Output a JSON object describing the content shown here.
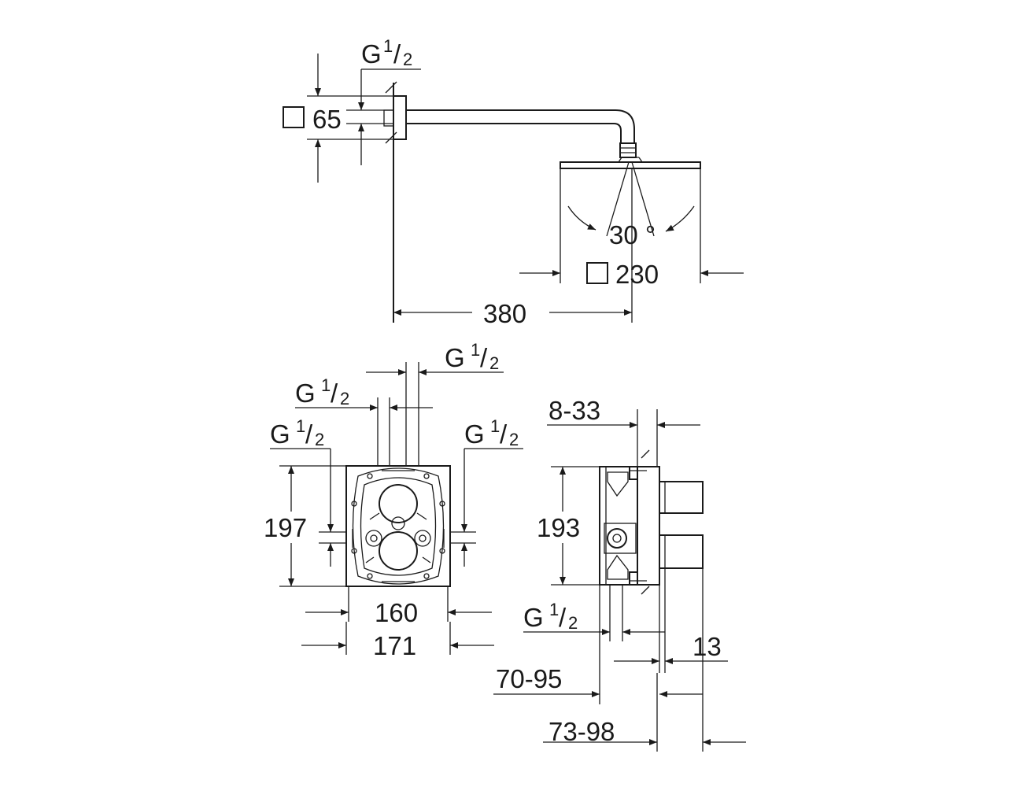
{
  "shower_head": {
    "wall_plate_size": "65",
    "thread_top": {
      "g": "G",
      "num": "1",
      "slash": "/",
      "den": "2"
    },
    "angle": "30 °",
    "head_size": "230",
    "arm_length": "380"
  },
  "valve_front": {
    "thread_top_right": {
      "g": "G",
      "num": "1",
      "slash": "/",
      "den": "2"
    },
    "thread_top_left": {
      "g": "G",
      "num": "1",
      "slash": "/",
      "den": "2"
    },
    "thread_left": {
      "g": "G",
      "num": "1",
      "slash": "/",
      "den": "2"
    },
    "thread_right": {
      "g": "G",
      "num": "1",
      "slash": "/",
      "den": "2"
    },
    "height": "197",
    "inner_width": "160",
    "outer_width": "171"
  },
  "valve_side": {
    "depth_range": "8-33",
    "height": "193",
    "thread_bottom": {
      "g": "G",
      "num": "1",
      "slash": "/",
      "den": "2"
    },
    "offset": "13",
    "range_1": "70-95",
    "range_2": "73-98"
  }
}
